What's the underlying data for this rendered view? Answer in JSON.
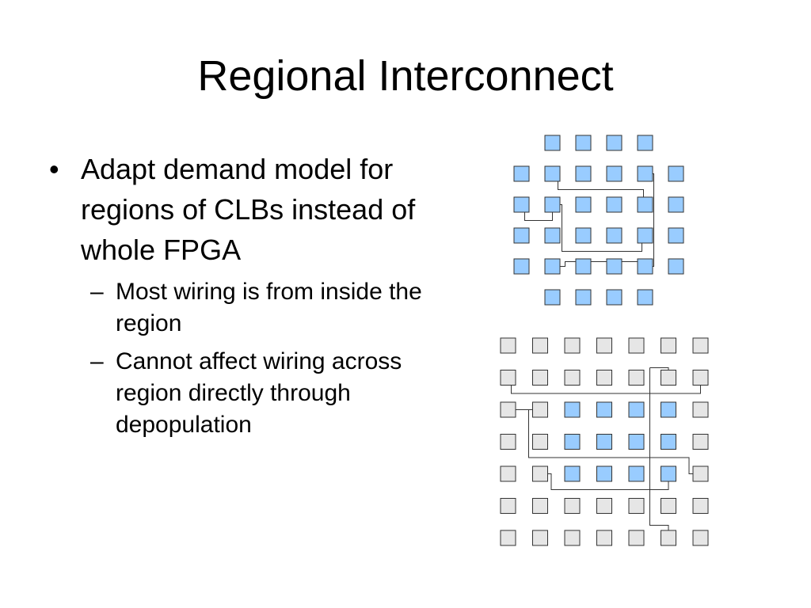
{
  "slide": {
    "title": "Regional Interconnect",
    "bullet": {
      "marker": "•",
      "text": "Adapt demand model for regions of CLBs instead of whole FPGA"
    },
    "sub_bullets": [
      {
        "marker": "–",
        "text": "Most wiring is from inside the region"
      },
      {
        "marker": "–",
        "text": "Cannot affect wiring across region directly through depopulation"
      }
    ]
  },
  "colors": {
    "region_fill": "#99ccff",
    "gray_fill": "#e6e6e6",
    "cell_stroke": "#333333",
    "wire": "#333333"
  },
  "top_diagram": {
    "rows": [
      [
        0,
        1,
        1,
        1,
        1,
        0
      ],
      [
        1,
        1,
        1,
        1,
        1,
        1
      ],
      [
        1,
        1,
        1,
        1,
        1,
        1
      ],
      [
        1,
        1,
        1,
        1,
        1,
        1
      ],
      [
        1,
        1,
        1,
        1,
        1,
        1
      ],
      [
        0,
        1,
        1,
        1,
        1,
        0
      ]
    ]
  },
  "bottom_diagram": {
    "highlighted": [
      [
        2,
        2
      ],
      [
        2,
        3
      ],
      [
        2,
        4
      ],
      [
        2,
        5
      ],
      [
        3,
        2
      ],
      [
        3,
        3
      ],
      [
        3,
        4
      ],
      [
        3,
        5
      ],
      [
        4,
        2
      ],
      [
        4,
        3
      ],
      [
        4,
        4
      ],
      [
        4,
        5
      ]
    ],
    "size": 7
  }
}
